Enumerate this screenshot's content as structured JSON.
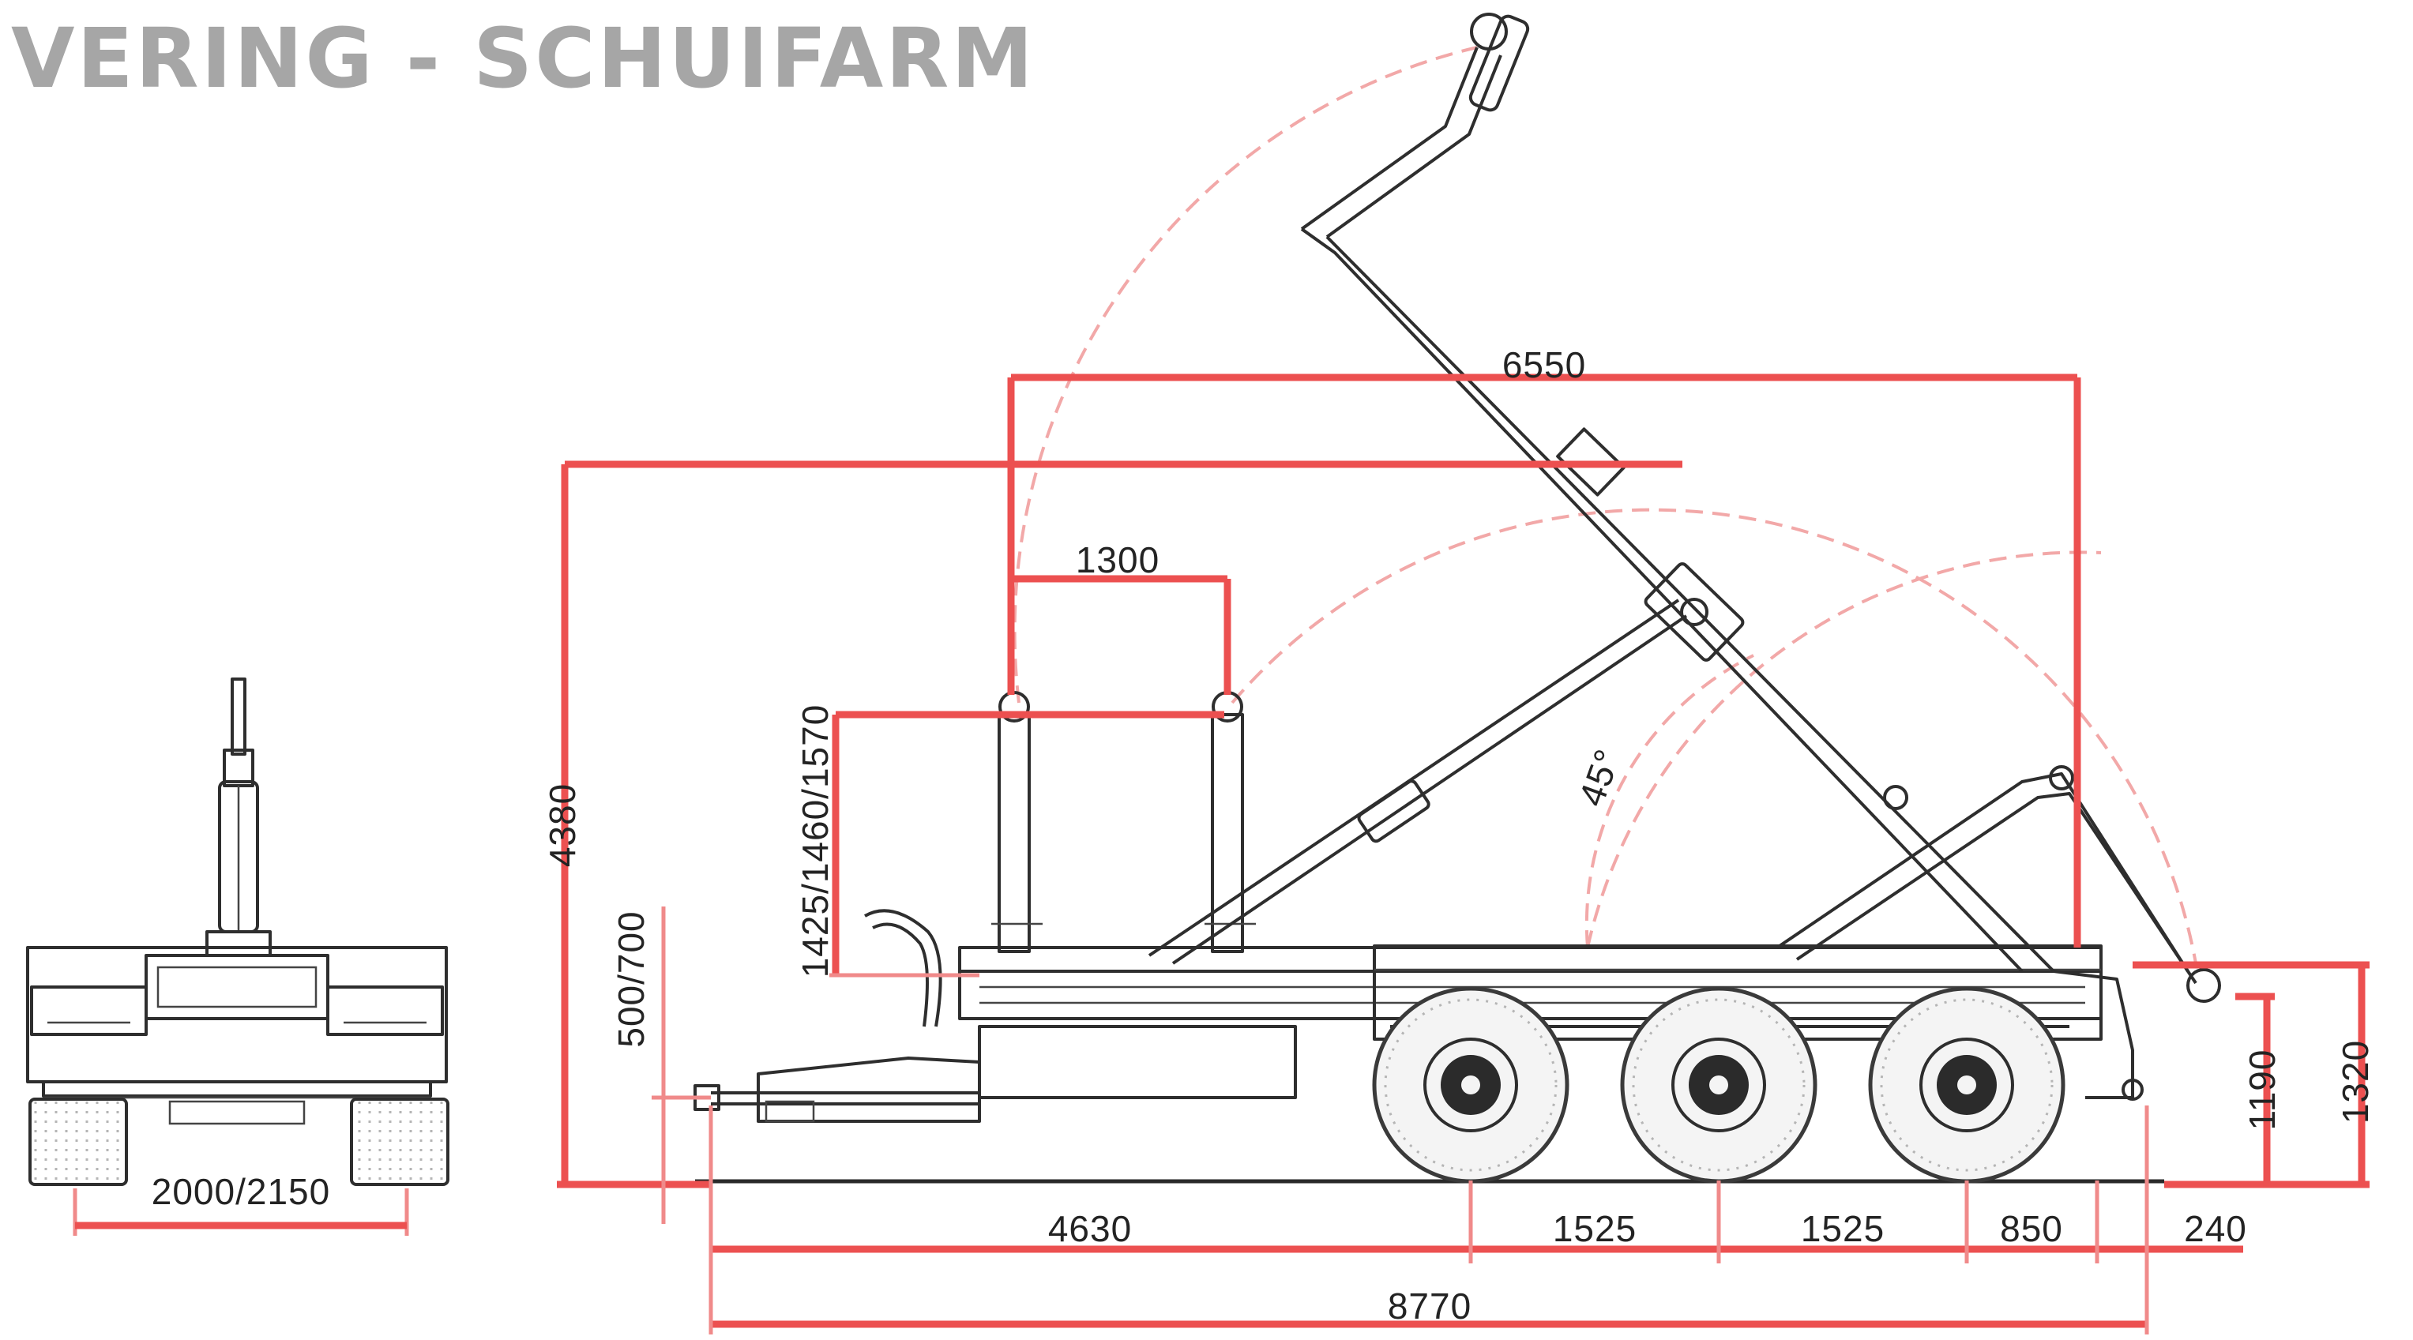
{
  "title": "VERING - SCHUIFARM",
  "colors": {
    "dimension_line": "#ec5050",
    "arc": "#f2a8a8",
    "drawing": "#2e2e2e",
    "title": "#a6a6a6"
  },
  "dimensions": {
    "track_width": "2000/2150",
    "overall_height": "4380",
    "arm_reach": "6550",
    "hook_spacing": "1300",
    "hook_height": "1425/1460/1570",
    "coupling_height": "500/700",
    "angle": "45°",
    "front_to_axle1": "4630",
    "axle_spacing_1": "1525",
    "axle_spacing_2": "1525",
    "axle3_to_rear": "850",
    "rear_overhang": "240",
    "overall_length": "8770",
    "rear_frame_height": "1190",
    "rear_arm_height": "1320"
  }
}
